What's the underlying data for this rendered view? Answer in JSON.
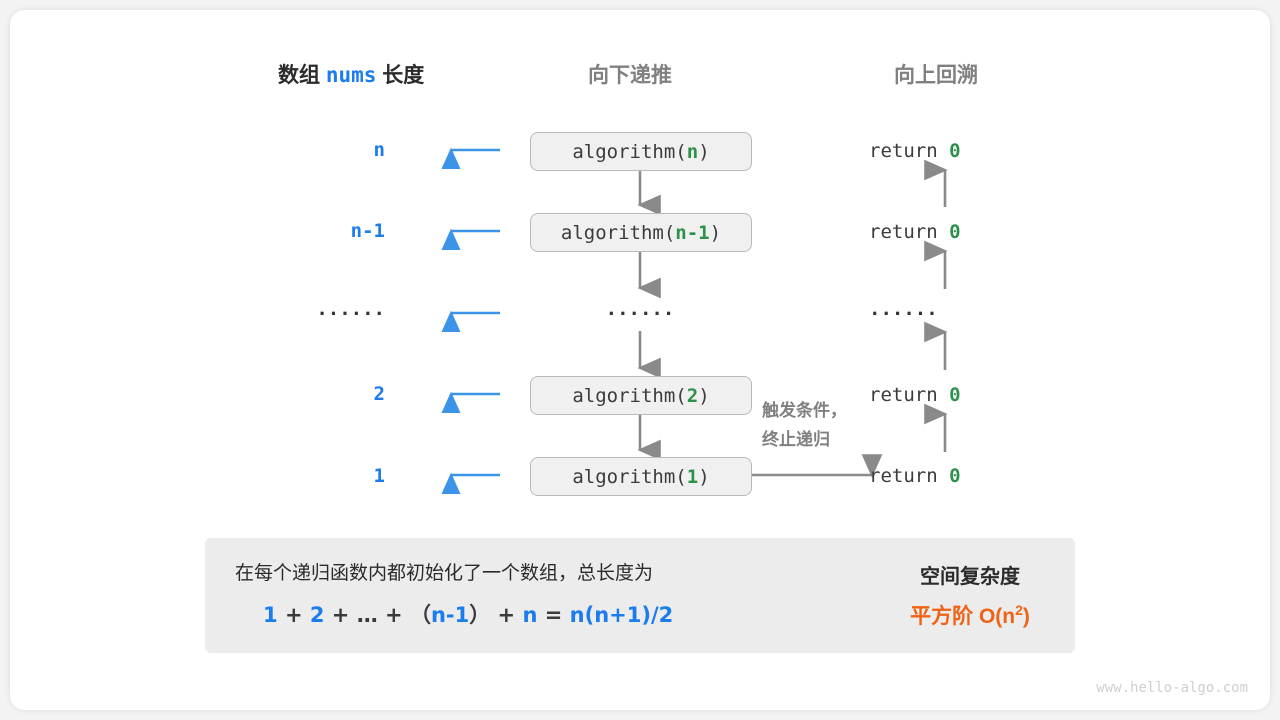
{
  "headers": {
    "left_prefix": "数组",
    "left_mono": "nums",
    "left_suffix": "长度",
    "middle": "向下递推",
    "right": "向上回溯"
  },
  "rows": [
    {
      "length": "n",
      "call_fn": "algorithm(",
      "call_arg": "n",
      "call_close": ")",
      "return_label": "return",
      "return_value": "0"
    },
    {
      "length": "n-1",
      "call_fn": "algorithm(",
      "call_arg": "n-1",
      "call_close": ")",
      "return_label": "return",
      "return_value": "0"
    },
    {
      "length": "······",
      "call_fn": "······",
      "call_arg": "",
      "call_close": "",
      "return_label": "······",
      "return_value": ""
    },
    {
      "length": "2",
      "call_fn": "algorithm(",
      "call_arg": "2",
      "call_close": ")",
      "return_label": "return",
      "return_value": "0"
    },
    {
      "length": "1",
      "call_fn": "algorithm(",
      "call_arg": "1",
      "call_close": ")",
      "return_label": "return",
      "return_value": "0"
    }
  ],
  "annotation": {
    "line1": "触发条件，",
    "line2": "终止递归"
  },
  "summary": {
    "description": "在每个递归函数内都初始化了一个数组，总长度为",
    "formula": {
      "t1": "1",
      "op1": "+",
      "t2": "2",
      "op2": "+",
      "t3": "…",
      "op3": "+",
      "paren_open": "（",
      "t4": "n-1",
      "paren_close": "）",
      "op4": "+",
      "t5": "n",
      "eq": "=",
      "result": "n(n+1)/2"
    },
    "title": "空间复杂度",
    "result_prefix": "平方阶",
    "result_notation": "O(n",
    "result_exponent": "2",
    "result_suffix": ")"
  },
  "watermark": "www.hello-algo.com",
  "colors": {
    "blue": "#1b7ced",
    "green": "#2e9149",
    "orange": "#ef6316",
    "gray": "#808080",
    "box_fill": "#f0f0f0",
    "box_border": "#b9b9b9",
    "summary_fill": "#ececec"
  }
}
